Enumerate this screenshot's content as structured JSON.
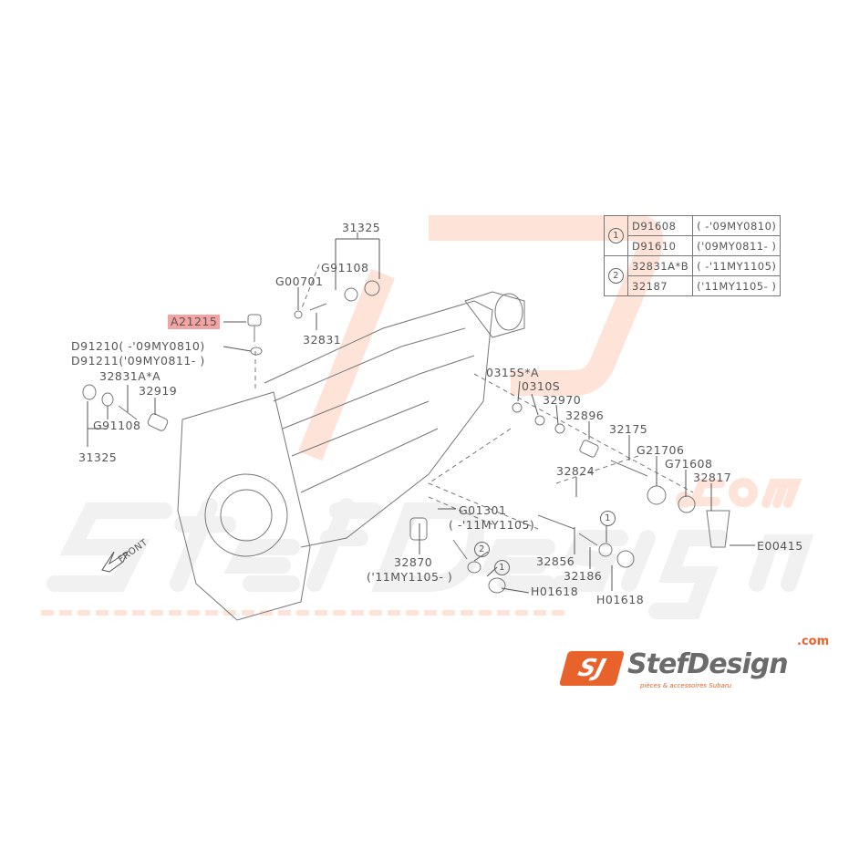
{
  "legend_table": {
    "groups": [
      {
        "marker": "1",
        "rows": [
          {
            "part": "D91608",
            "range": "( -'09MY0810)"
          },
          {
            "part": "D91610",
            "range": "('09MY0811- )"
          }
        ]
      },
      {
        "marker": "2",
        "rows": [
          {
            "part": "32831A*B",
            "range": "( -'11MY1105)"
          },
          {
            "part": "32187",
            "range": "('11MY1105- )"
          }
        ]
      }
    ]
  },
  "labels": {
    "p31325_top": "31325",
    "g91108_top": "G91108",
    "g00701": "G00701",
    "p32831": "32831",
    "a21215": "A21215",
    "d91210": "D91210( -'09MY0810)",
    "d91211": "D91211('09MY0811- )",
    "p32831a_a": "32831A*A",
    "p32919": "32919",
    "g91108_left": "G91108",
    "p31325_left": "31325",
    "s0315": "0315S*A",
    "s0310": "0310S",
    "p32970": "32970",
    "p32896": "32896",
    "p32175": "32175",
    "g21706": "G21706",
    "g71608": "G71608",
    "p32817": "32817",
    "p32824": "32824",
    "g01301": "G01301",
    "g01301_range": "( -'11MY1105)",
    "p32870": "32870",
    "p32870_range": "('11MY1105- )",
    "p32856": "32856",
    "p32186": "32186",
    "h01618_a": "H01618",
    "h01618_b": "H01618",
    "e00415": "E00415",
    "marker1": "1",
    "marker2": "2",
    "front": "FRONT"
  },
  "watermark": {
    "name": "StefDesign",
    "tagline": "pièces & accessoires Subaru",
    "com": ".com"
  },
  "logo": {
    "mark": "SJ",
    "name": "StefDesign",
    "com": ".com",
    "tagline": "pièces & accessoires Subaru"
  },
  "colors": {
    "highlight": "#f4a3a3",
    "brand": "#e8622c",
    "line": "#666666"
  }
}
